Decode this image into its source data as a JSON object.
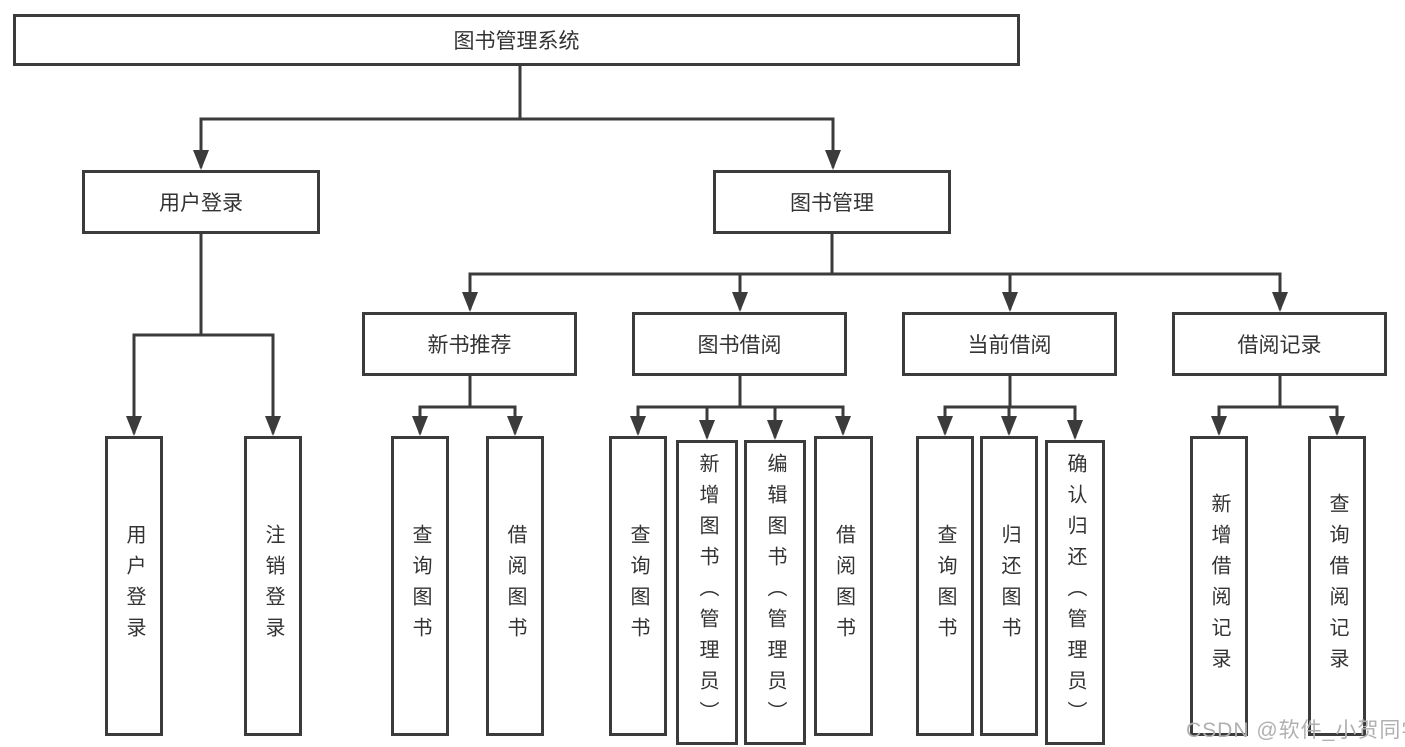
{
  "diagram": {
    "title": "图书管理系统",
    "branches": [
      {
        "label": "用户登录",
        "children": [
          {
            "label": "用户登录"
          },
          {
            "label": "注销登录"
          }
        ]
      },
      {
        "label": "图书管理",
        "children": [
          {
            "label": "新书推荐",
            "children": [
              {
                "label": "查询图书"
              },
              {
                "label": "借阅图书"
              }
            ]
          },
          {
            "label": "图书借阅",
            "children": [
              {
                "label": "查询图书"
              },
              {
                "label": "新增图书（管理员）"
              },
              {
                "label": "编辑图书（管理员）"
              },
              {
                "label": "借阅图书"
              }
            ]
          },
          {
            "label": "当前借阅",
            "children": [
              {
                "label": "查询图书"
              },
              {
                "label": "归还图书"
              },
              {
                "label": "确认归还（管理员）"
              }
            ]
          },
          {
            "label": "借阅记录",
            "children": [
              {
                "label": "新增借阅记录"
              },
              {
                "label": "查询借阅记录"
              }
            ]
          }
        ]
      }
    ]
  },
  "watermark": {
    "text": "CSDN @软件_小贺同学"
  },
  "colors": {
    "line": "#3b3b3b",
    "text": "#333333",
    "watermark": "#b0b0b0",
    "background": "#ffffff"
  }
}
